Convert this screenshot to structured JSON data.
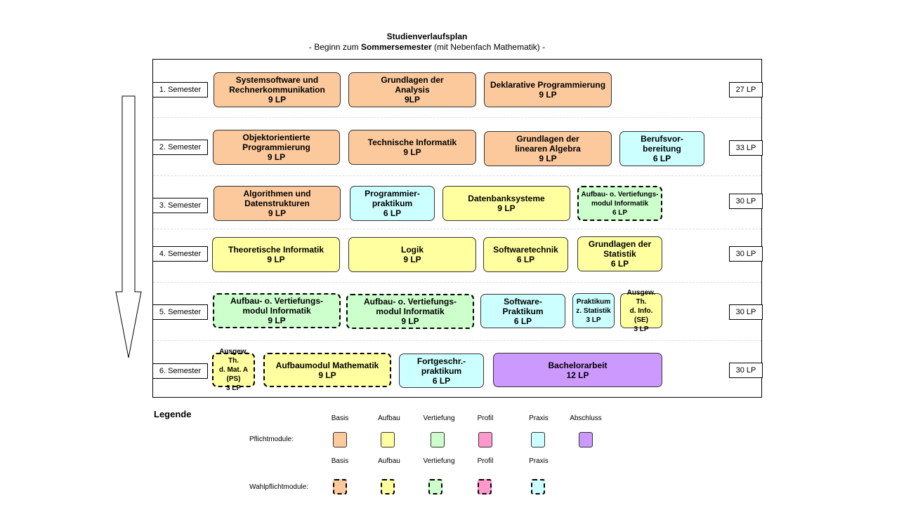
{
  "header": {
    "title": "Studienverlaufsplan",
    "subtitle_prefix": "- Beginn zum ",
    "subtitle_bold": "Sommersemester",
    "subtitle_suffix": " (mit Nebenfach Mathematik) -"
  },
  "colors": {
    "basis": "#fcc99c",
    "aufbau": "#ffff9f",
    "vertiefung": "#ccffcc",
    "profil": "#ff99cc",
    "praxis": "#ccffff",
    "abschluss": "#cc99ff"
  },
  "semesters": [
    {
      "label": "1. Semester",
      "lp": "27 LP",
      "modules": [
        {
          "text": "Systemsoftware und\nRechnerkommunikation\n9 LP",
          "category": "basis",
          "dashed": false
        },
        {
          "text": "Grundlagen der\nAnalysis\n9LP",
          "category": "basis",
          "dashed": false
        },
        {
          "text": "Deklarative Programmierung\n9 LP",
          "category": "basis",
          "dashed": false
        }
      ]
    },
    {
      "label": "2. Semester",
      "lp": "33 LP",
      "modules": [
        {
          "text": "Objektorientierte\nProgrammierung\n9 LP",
          "category": "basis",
          "dashed": false
        },
        {
          "text": "Technische Informatik\n9 LP",
          "category": "basis",
          "dashed": false
        },
        {
          "text": "Grundlagen der\nlinearen Algebra\n9 LP",
          "category": "basis",
          "dashed": false
        },
        {
          "text": "Berufsvor-\nbereitung\n6 LP",
          "category": "praxis",
          "dashed": false
        }
      ]
    },
    {
      "label": "3. Semester",
      "lp": "30 LP",
      "modules": [
        {
          "text": "Algorithmen und\nDatenstrukturen\n9 LP",
          "category": "basis",
          "dashed": false
        },
        {
          "text": "Programmier-\npraktikum\n6 LP",
          "category": "praxis",
          "dashed": false
        },
        {
          "text": "Datenbanksysteme\n9 LP",
          "category": "aufbau",
          "dashed": false
        },
        {
          "text": "Aufbau- o. Vertiefungs-\nmodul Informatik\n6 LP",
          "category": "vertiefung",
          "dashed": true
        }
      ]
    },
    {
      "label": "4. Semester",
      "lp": "30 LP",
      "modules": [
        {
          "text": "Theoretische Informatik\n9 LP",
          "category": "aufbau",
          "dashed": false
        },
        {
          "text": "Logik\n9 LP",
          "category": "aufbau",
          "dashed": false
        },
        {
          "text": "Softwaretechnik\n6 LP",
          "category": "aufbau",
          "dashed": false
        },
        {
          "text": "Grundlagen der\nStatistik\n6 LP",
          "category": "aufbau",
          "dashed": false
        }
      ]
    },
    {
      "label": "5. Semester",
      "lp": "30 LP",
      "modules": [
        {
          "text": "Aufbau- o. Vertiefungs-\nmodul Informatik\n9 LP",
          "category": "vertiefung",
          "dashed": true
        },
        {
          "text": "Aufbau- o. Vertiefungs-\nmodul Informatik\n9 LP",
          "category": "vertiefung",
          "dashed": true
        },
        {
          "text": "Software-\nPraktikum\n6 LP",
          "category": "praxis",
          "dashed": false
        },
        {
          "text": "Praktikum\nz. Statistik\n3 LP",
          "category": "praxis",
          "dashed": false
        },
        {
          "text": "Ausgew. Th.\nd. Info. (SE)\n3 LP",
          "category": "aufbau",
          "dashed": false
        }
      ]
    },
    {
      "label": "6. Semester",
      "lp": "30 LP",
      "modules": [
        {
          "text": "Ausgew. Th.\nd. Mat. A (PS)\n3 LP",
          "category": "aufbau",
          "dashed": true
        },
        {
          "text": "Aufbaumodul Mathematik\n9 LP",
          "category": "aufbau",
          "dashed": true
        },
        {
          "text": "Fortgeschr.-\npraktikum\n6 LP",
          "category": "praxis",
          "dashed": false
        },
        {
          "text": "Bachelorarbeit\n12 LP",
          "category": "abschluss",
          "dashed": false
        }
      ]
    }
  ],
  "legend": {
    "title": "Legende",
    "pflicht_label": "Pflichtmodule:",
    "wahlpflicht_label": "Wahlpflichtmodule:",
    "pflicht_categories": [
      {
        "name": "Basis",
        "category": "basis"
      },
      {
        "name": "Aufbau",
        "category": "aufbau"
      },
      {
        "name": "Vertiefung",
        "category": "vertiefung"
      },
      {
        "name": "Profil",
        "category": "profil"
      },
      {
        "name": "Praxis",
        "category": "praxis"
      },
      {
        "name": "Abschluss",
        "category": "abschluss"
      }
    ],
    "wahlpflicht_categories": [
      {
        "name": "Basis",
        "category": "basis"
      },
      {
        "name": "Aufbau",
        "category": "aufbau"
      },
      {
        "name": "Vertiefung",
        "category": "vertiefung"
      },
      {
        "name": "Profil",
        "category": "profil"
      },
      {
        "name": "Praxis",
        "category": "praxis"
      }
    ]
  }
}
